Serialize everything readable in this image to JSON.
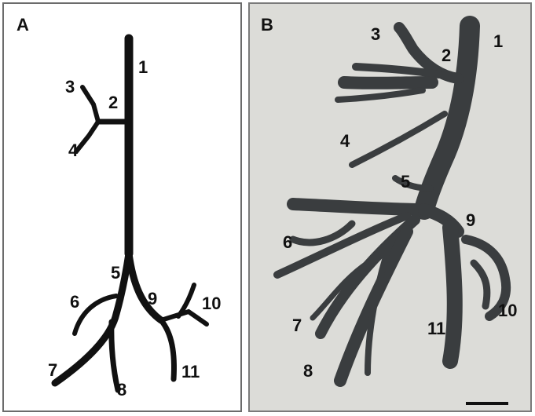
{
  "panels": {
    "a": {
      "letter": "A",
      "labels": [
        "1",
        "2",
        "3",
        "4",
        "5",
        "6",
        "7",
        "8",
        "9",
        "10",
        "11"
      ]
    },
    "b": {
      "letter": "B",
      "labels": [
        "1",
        "2",
        "3",
        "4",
        "5",
        "6",
        "7",
        "8",
        "9",
        "10",
        "11"
      ]
    }
  },
  "colors": {
    "branch": "#111111",
    "photo_background": "#dcdcd8",
    "cast": "#3a3d3f"
  }
}
